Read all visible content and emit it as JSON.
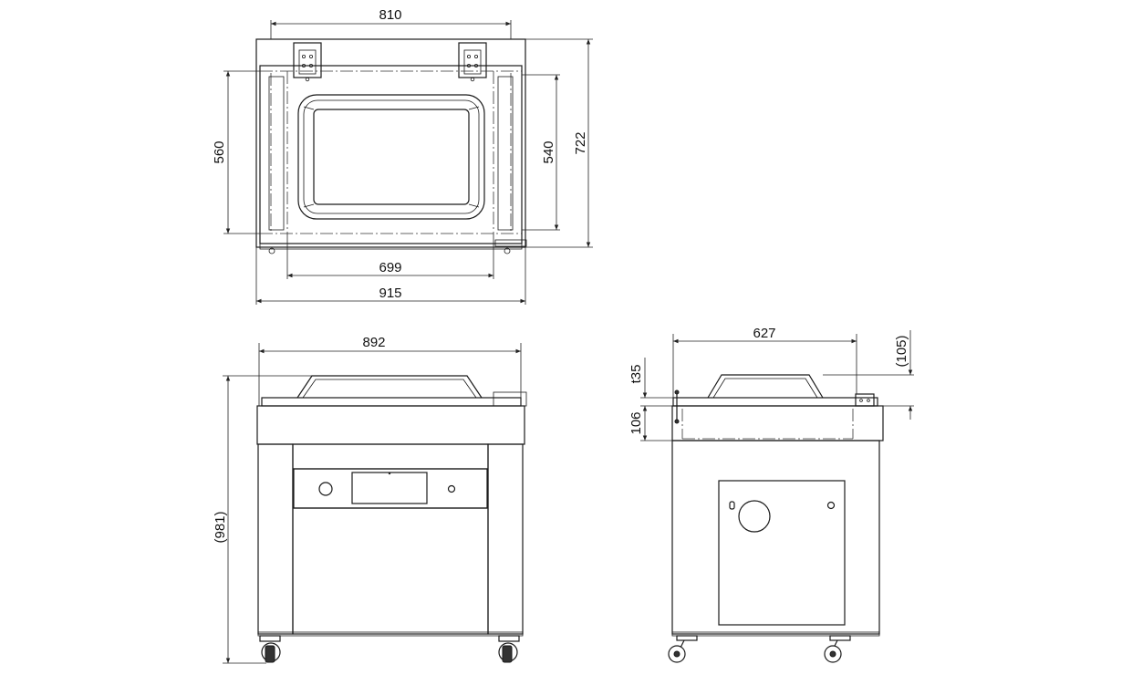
{
  "dimensions": {
    "top_view": {
      "lid_width": "810",
      "chamber_width": "699",
      "overall_width": "915",
      "chamber_depth": "540",
      "outer_depth": "560",
      "overall_depth": "722"
    },
    "front_view": {
      "width": "892",
      "height": "(981)"
    },
    "side_view": {
      "depth": "627",
      "lid_height": "(105)",
      "lid_thickness": "t35",
      "chamber_height": "106"
    }
  },
  "colors": {
    "line": "#1a1a1a",
    "background": "#ffffff"
  }
}
